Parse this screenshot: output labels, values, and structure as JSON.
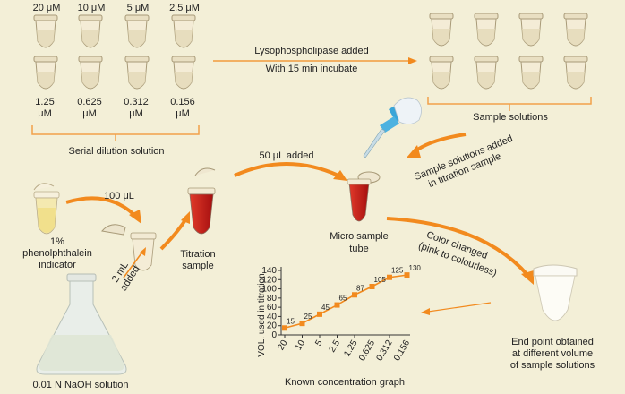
{
  "colors": {
    "background": "#f3efd7",
    "arrow": "#f28a1e",
    "bracket": "#f2a14a",
    "tube": "#ede4cc",
    "indicator": "#f1e08c",
    "titration_red": "#c01818",
    "chart_line": "#f28a1e"
  },
  "dilution": {
    "top_concentrations": [
      "20 μM",
      "10 μM",
      "5 μM",
      "2.5 μM"
    ],
    "bottom_concentrations": [
      {
        "value": "1.25",
        "unit": "μM"
      },
      {
        "value": "0.625",
        "unit": "μM"
      },
      {
        "value": "0.312",
        "unit": "μM"
      },
      {
        "value": "0.156",
        "unit": "μM"
      }
    ],
    "label": "Serial dilution solution"
  },
  "lyso": {
    "line1": "Lysophospholipase added",
    "line2": "With 15 min incubate"
  },
  "samples": {
    "label": "Sample solutions"
  },
  "sample_added": {
    "line1": "Sample solutions added",
    "line2": "in titration sample"
  },
  "indicator": {
    "line1": "1%",
    "line2": "phenolphthalein",
    "line3": "indicator",
    "volume": "100 μL"
  },
  "naoh": {
    "label": "0.01 N NaOH solution",
    "volume": "2 mL",
    "verb": "added"
  },
  "titration": {
    "line1": "Titration",
    "line2": "sample"
  },
  "added50": {
    "label": "50 μL added"
  },
  "micro": {
    "line1": "Micro sample",
    "line2": "tube"
  },
  "color_change": {
    "line1": "Color changed",
    "line2": "(pink to colourless)"
  },
  "end_point": {
    "line1": "End point obtained",
    "line2": "at different volume",
    "line3": "of sample solutions"
  },
  "icons": [
    "microcentrifuge-tube-icon",
    "erlenmeyer-flask-icon",
    "pipette-icon",
    "glove-hand-icon"
  ],
  "chart_data": {
    "type": "line",
    "title": "",
    "xlabel": "Known concentration graph",
    "ylabel": "VOL. used in titration",
    "categories": [
      "20",
      "10",
      "5",
      "2.5",
      "1.25",
      "0.625",
      "0.312",
      "0.156"
    ],
    "values": [
      15,
      25,
      45,
      65,
      87,
      105,
      125,
      130
    ],
    "data_labels": [
      "15",
      "25",
      "45",
      "65",
      "87",
      "105",
      "125",
      "130"
    ],
    "yticks": [
      "0",
      "20",
      "40",
      "60",
      "80",
      "100",
      "120",
      "140"
    ],
    "ylim": [
      0,
      140
    ],
    "grid": false,
    "legend": "none"
  }
}
